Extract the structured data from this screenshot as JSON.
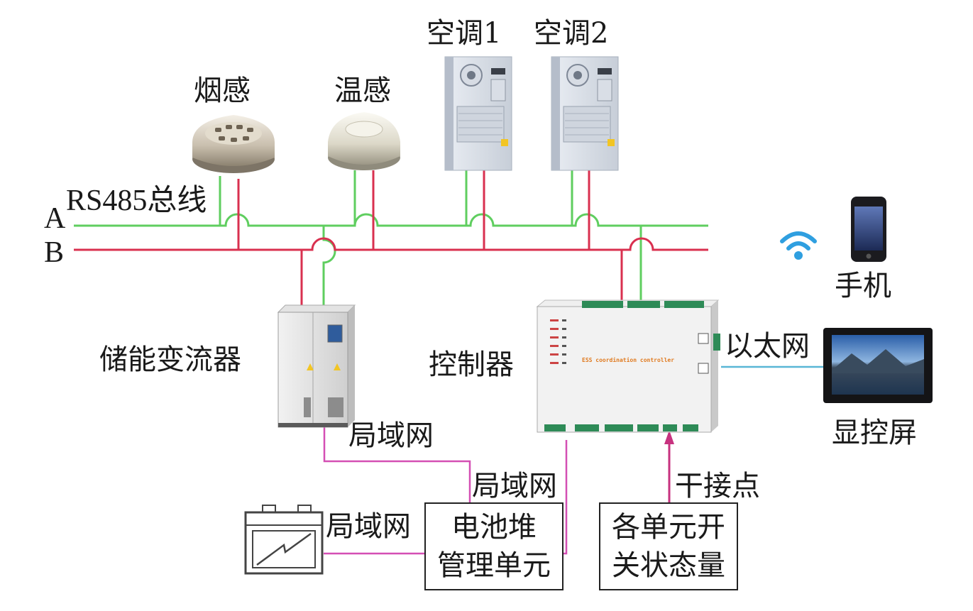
{
  "labels": {
    "smoke": "烟感",
    "temp": "温感",
    "ac1": "空调1",
    "ac2": "空调2",
    "bus": "RS485总线",
    "line_a": "A",
    "line_b": "B",
    "phone": "手机",
    "pcs": "储能变流器",
    "controller": "控制器",
    "ethernet": "以太网",
    "display": "显控屏",
    "lan_pcs": "局域网",
    "lan_bms": "局域网",
    "lan_battery": "局域网",
    "dry_contact": "干接点"
  },
  "boxes": {
    "bms": [
      "电池堆",
      "管理单元"
    ],
    "status": [
      "各单元开",
      "关状态量"
    ]
  },
  "device_text": {
    "controller_panel": "ESS coordination controller"
  },
  "colors": {
    "bus_a": "#5fce5f",
    "bus_b": "#d9304f",
    "lan": "#d44fb4",
    "ethernet": "#59b6d6",
    "wifi": "#2f9fe0"
  }
}
